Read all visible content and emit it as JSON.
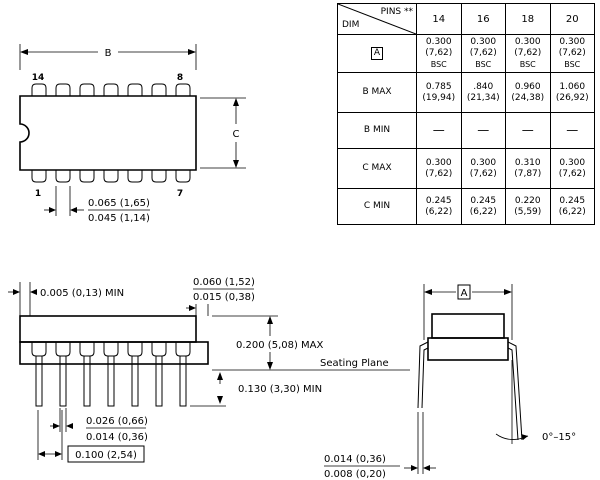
{
  "top_view": {
    "dim_b": "B",
    "dim_c": "C",
    "pin_14": "14",
    "pin_8": "8",
    "pin_1": "1",
    "pin_7": "7",
    "pad_max": "0.065 (1,65)",
    "pad_min": "0.045 (1,14)"
  },
  "table": {
    "pins_header": "PINS **",
    "dim_header": "DIM",
    "pin_counts": [
      "14",
      "16",
      "18",
      "20"
    ],
    "rows": [
      {
        "label": "A",
        "boxed": true,
        "cells": [
          [
            "0.300",
            "(7,62)",
            "BSC"
          ],
          [
            "0.300",
            "(7,62)",
            "BSC"
          ],
          [
            "0.300",
            "(7,62)",
            "BSC"
          ],
          [
            "0.300",
            "(7,62)",
            "BSC"
          ]
        ]
      },
      {
        "label": "B  MAX",
        "boxed": false,
        "cells": [
          [
            "0.785",
            "(19,94)"
          ],
          [
            ".840",
            "(21,34)"
          ],
          [
            "0.960",
            "(24,38)"
          ],
          [
            "1.060",
            "(26,92)"
          ]
        ]
      },
      {
        "label": "B  MIN",
        "boxed": false,
        "cells": [
          [
            "—"
          ],
          [
            "—"
          ],
          [
            "—"
          ],
          [
            "—"
          ]
        ]
      },
      {
        "label": "C  MAX",
        "boxed": false,
        "cells": [
          [
            "0.300",
            "(7,62)"
          ],
          [
            "0.300",
            "(7,62)"
          ],
          [
            "0.310",
            "(7,87)"
          ],
          [
            "0.300",
            "(7,62)"
          ]
        ]
      },
      {
        "label": "C  MIN",
        "boxed": false,
        "cells": [
          [
            "0.245",
            "(6,22)"
          ],
          [
            "0.245",
            "(6,22)"
          ],
          [
            "0.220",
            "(5,59)"
          ],
          [
            "0.245",
            "(6,22)"
          ]
        ]
      }
    ]
  },
  "side_view": {
    "end_min": "0.005 (0,13) MIN",
    "shoulder_max": "0.060 (1,52)",
    "shoulder_min": "0.015 (0,38)",
    "height_max": "0.200 (5,08) MAX",
    "seating_plane": "Seating Plane",
    "lead_min": "0.130 (3,30) MIN",
    "lead_width_max": "0.026 (0,66)",
    "lead_width_min": "0.014 (0,36)",
    "pitch": "0.100 (2,54)"
  },
  "end_view": {
    "dim_a": "A",
    "angle": "0°–15°",
    "thick_max": "0.014 (0,36)",
    "thick_min": "0.008 (0,20)"
  }
}
